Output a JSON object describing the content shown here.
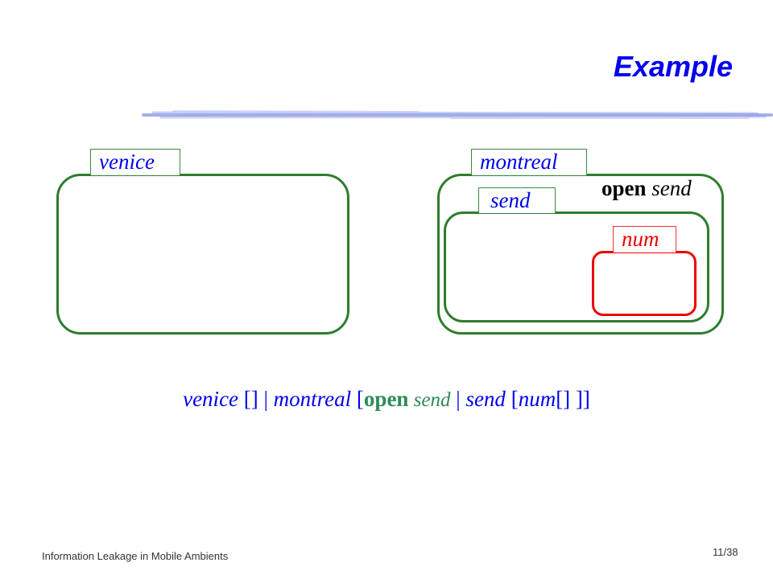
{
  "slide": {
    "title": "Example",
    "ambients": {
      "venice": "venice",
      "montreal": "montreal",
      "send": "send",
      "num": "num"
    },
    "capability": {
      "keyword": "open",
      "argument": "send"
    },
    "formula": {
      "venice": "venice",
      "venice_body": " [] | ",
      "montreal": "montreal",
      "open_bracket": " [",
      "open_kw": "open",
      "open_arg": " send",
      "bar": " | ",
      "send": "send",
      "send_bracket": " [",
      "num": "num",
      "closing": "[] ]]"
    },
    "footer": {
      "left": "Information Leakage in Mobile Ambients",
      "right": "11/38"
    },
    "colors": {
      "title": "#0000ee",
      "ambient_border": "#2e7d2e",
      "num_border": "#ee0000",
      "label_text": "#0000ee",
      "num_text": "#ee0000"
    }
  }
}
